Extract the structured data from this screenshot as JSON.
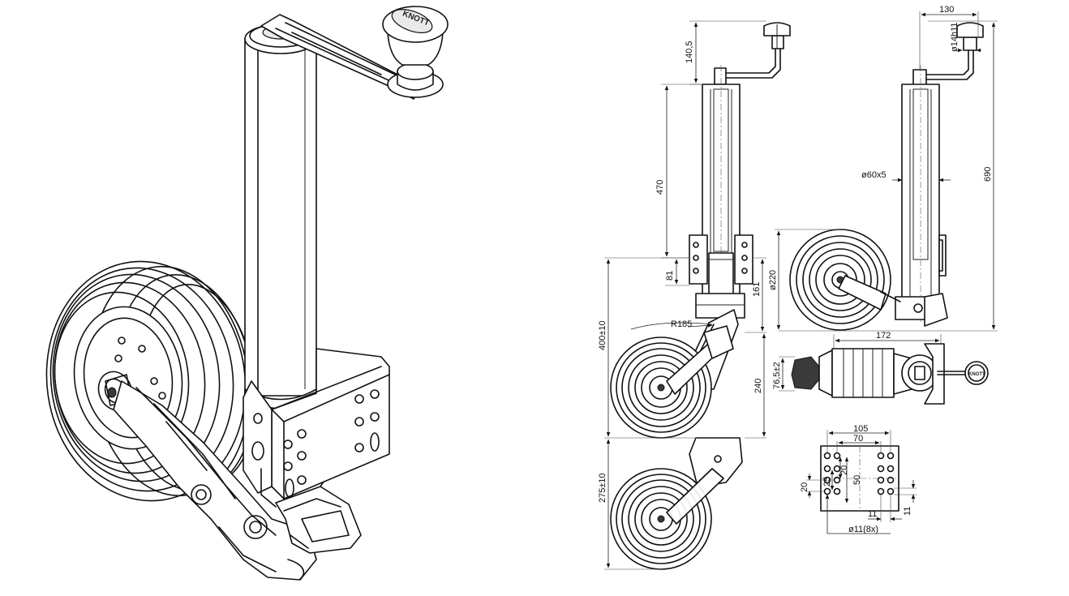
{
  "logo": {
    "brand": "KNOTT"
  },
  "dimensions": {
    "crank_height": "140,5",
    "tube_length": "470",
    "bracket_offset": "81",
    "stroke_range": "400±10",
    "swing_radius": "R185",
    "bracket_height": "161",
    "folded_height": "240",
    "retracted_height": "275±10",
    "crank_width": "130",
    "shaft_diameter": "ø14h11",
    "tube_diameter": "ø60x5",
    "overall_height": "690",
    "wheel_diameter": "ø220",
    "top_width": "172",
    "wheel_width": "76,5±2",
    "hole_spacing_outer": "105",
    "hole_spacing_inner": "70",
    "hole_vertical_20a": "20",
    "hole_vertical_20b": "20",
    "hole_vertical_25": "25",
    "hole_vertical_50": "50",
    "hole_edge_11a": "11",
    "hole_edge_11b": "11",
    "hole_diameter": "ø11(8x)"
  }
}
